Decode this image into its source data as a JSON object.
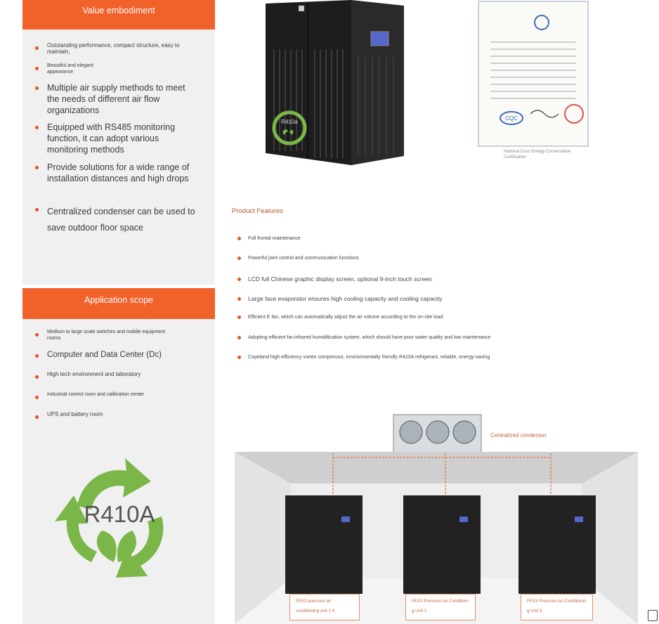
{
  "value_panel": {
    "title": "Value embodiment",
    "items": [
      "Outstanding performance, compact structure, easy to maintain,",
      "Beautiful and elegant appearance",
      "Multiple air supply methods to meet the needs of different air flow organizations",
      "Equipped with RS485 monitoring function, it can adopt various monitoring methods",
      "Provide solutions for a wide range of installation distances and high drops",
      "Centralized condenser can be used to save outdoor floor space"
    ]
  },
  "scope_panel": {
    "title": "Application scope",
    "items": [
      "Medium to large scale switches and mobile equipment rooms",
      "Computer and Data Center (Dc)",
      "High tech environment and laboratory",
      "Industrial control room and calibration center",
      "UPS and battery room"
    ]
  },
  "logo": {
    "refrigerant": "R410A",
    "small_refrigerant": "R410a"
  },
  "certificate": {
    "caption": "National Coco Energy Conservation Certification",
    "seal": "CQC"
  },
  "features": {
    "title": "Product Features",
    "items": [
      "Full frontal maintenance",
      "Powerful joint control and communication functions",
      "LCD full Chinese graphic display screen, optional 9-inch touch screen",
      "Large face evaporator ensures high cooling capacity and cooling capacity",
      "Efficient E fan, which can automatically adjust the air volume according to the on-site load",
      "Adopting efficient far-infrared humidification system, which should have poor water quality and low maintenance",
      "Copeland high-efficiency vortex compressor, environmentally friendly R410A refrigerant, reliable, energy-saving"
    ]
  },
  "diagram": {
    "condenser_label": "Centralized condenser",
    "units": [
      {
        "line1": "FEX3 precision air",
        "line2": "conditioning unit 1  4"
      },
      {
        "line1": "FEX3 Precision Air Conditioni",
        "line2": "g Unit 2"
      },
      {
        "line1": "FEX3 Precision Air Conditionin",
        "line2": "g Unit 3"
      }
    ]
  },
  "colors": {
    "accent": "#f1612a",
    "panel": "#f0f0f0",
    "recycle_green": "#7ab648",
    "unit_body": "#222222"
  }
}
